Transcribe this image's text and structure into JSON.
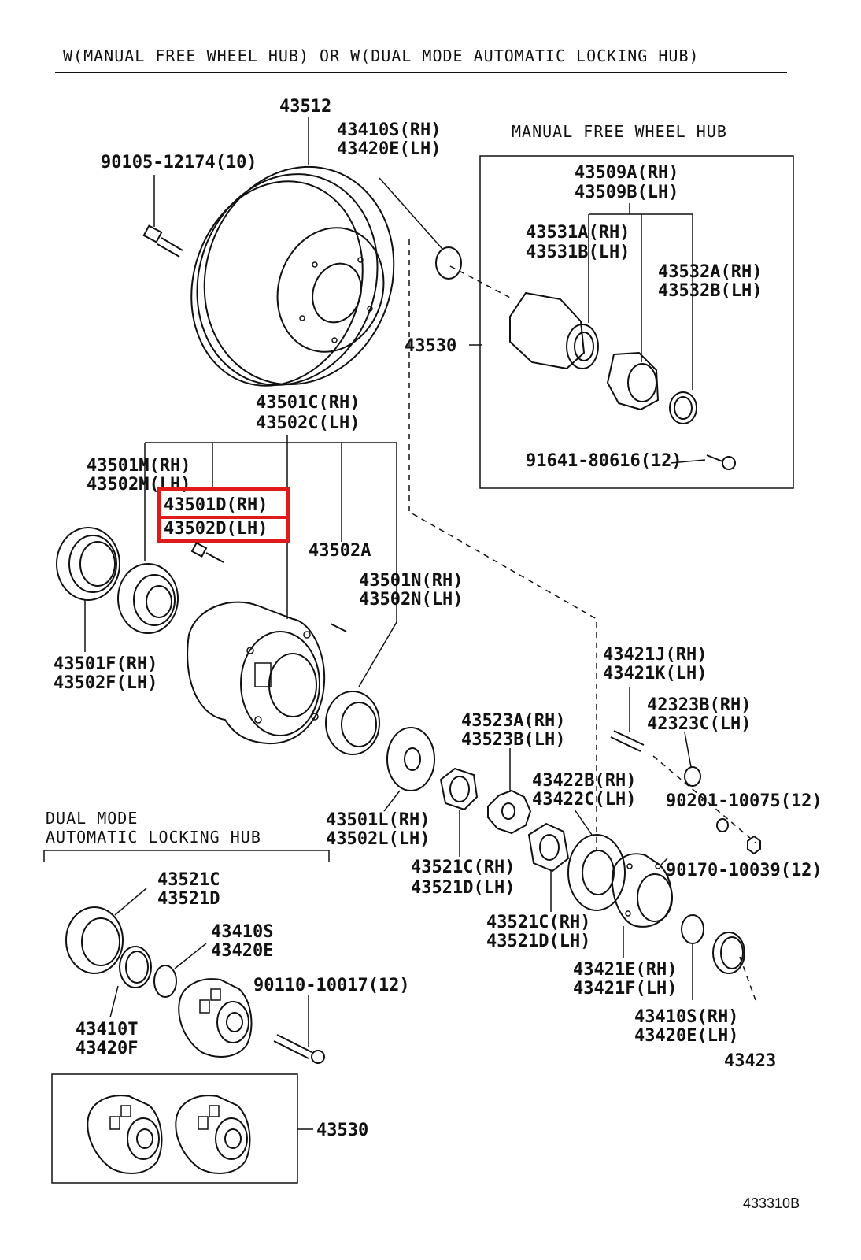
{
  "header": {
    "title": "W(MANUAL FREE WHEEL HUB) OR W(DUAL MODE AUTOMATIC LOCKING HUB)"
  },
  "sections": {
    "manual_hub": "MANUAL FREE WHEEL HUB",
    "dual_mode_line1": "DUAL MODE",
    "dual_mode_line2": "AUTOMATIC LOCKING HUB"
  },
  "parts": {
    "p43512": "43512",
    "p43410s_rh_top": "43410S(RH)",
    "p43420e_lh_top": "43420E(LH)",
    "p90105": "90105-12174(10)",
    "p43509a": "43509A(RH)",
    "p43509b": "43509B(LH)",
    "p43531a": "43531A(RH)",
    "p43531b": "43531B(LH)",
    "p43532a": "43532A(RH)",
    "p43532b": "43532B(LH)",
    "p43530_top": "43530",
    "p91641": "91641-80616(12)",
    "p43501c": "43501C(RH)",
    "p43502c": "43502C(LH)",
    "p43501m": "43501M(RH)",
    "p43502m": "43502M(LH)",
    "p43501d": "43501D(RH)",
    "p43502d": "43502D(LH)",
    "p43502a": "43502A",
    "p43501n": "43501N(RH)",
    "p43502n": "43502N(LH)",
    "p43501f": "43501F(RH)",
    "p43502f": "43502F(LH)",
    "p43421j": "43421J(RH)",
    "p43421k": "43421K(LH)",
    "p42323b": "42323B(RH)",
    "p42323c": "42323C(LH)",
    "p43523a": "43523A(RH)",
    "p43523b": "43523B(LH)",
    "p43422b": "43422B(RH)",
    "p43422c": "43422C(LH)",
    "p90201": "90201-10075(12)",
    "p43501l": "43501L(RH)",
    "p43502l": "43502L(LH)",
    "p90170": "90170-10039(12)",
    "p43521c_rh_a": "43521C(RH)",
    "p43521d_lh_a": "43521D(LH)",
    "p43521c_rh_b": "43521C(RH)",
    "p43521d_lh_b": "43521D(LH)",
    "p43421e": "43421E(RH)",
    "p43421f": "43421F(LH)",
    "p43410s_rh_bot": "43410S(RH)",
    "p43420e_lh_bot": "43420E(LH)",
    "p43423": "43423",
    "p43521c_dm": "43521C",
    "p43521d_dm": "43521D",
    "p43410s_dm": "43410S",
    "p43420e_dm": "43420E",
    "p90110": "90110-10017(12)",
    "p43410t": "43410T",
    "p43420f": "43420F",
    "p43530_bot": "43530"
  },
  "footer": {
    "ref_code": "433310B"
  },
  "colors": {
    "line": "#111111",
    "highlight": "#e01a1a"
  }
}
